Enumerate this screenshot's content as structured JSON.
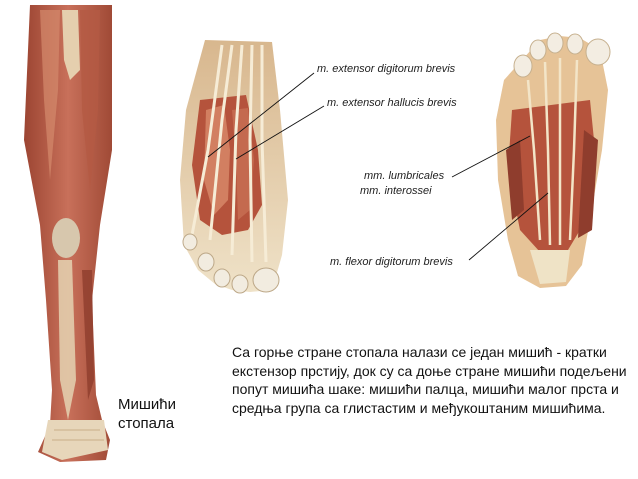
{
  "labels": {
    "extensor_digitorum": "m. extensor digitorum brevis",
    "extensor_hallucis": "m. extensor hallucis brevis",
    "lumbricales": "mm. lumbricales",
    "interossei": "mm. interossei",
    "flexor_digitorum": "m. flexor digitorum brevis"
  },
  "caption": {
    "line1": "Мишићи",
    "line2": "стопала"
  },
  "description": "Са горње стране стопала налази се један мишић - кратки екстензор прстију, док су са доње стране мишићи подељени попут мишића шаке: мишићи палца, мишићи малог прста и средња група са глистастим и међукоштаним мишићима.",
  "colors": {
    "muscle": "#b5533c",
    "muscle_light": "#d98b6a",
    "tendon": "#f1e4c8",
    "bone": "#e9dcc0",
    "skin": "#e8c49c"
  }
}
